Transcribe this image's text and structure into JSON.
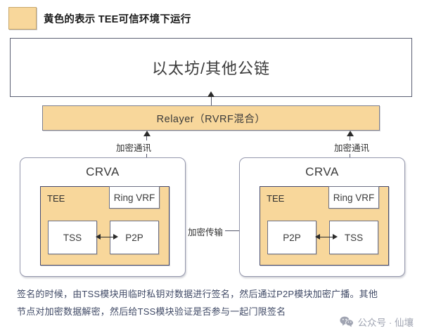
{
  "legend": {
    "swatch_color": "#f8d79b",
    "text": "黄色的表示 TEE可信环境下运行"
  },
  "chain": {
    "label": "以太坊/其他公链"
  },
  "relayer": {
    "label": "Relayer（RVRF混合）",
    "fill_color": "#f8d79b"
  },
  "connections": {
    "chain_to_relayer": "",
    "left_encrypted_comm": "加密通讯",
    "right_encrypted_comm": "加密通讯",
    "encrypted_transmission": "加密传输"
  },
  "nodes": [
    {
      "title": "CRVA",
      "tee_label": "TEE",
      "ring_vrf_label": "Ring VRF",
      "module_left": "TSS",
      "module_right": "P2P"
    },
    {
      "title": "CRVA",
      "tee_label": "TEE",
      "ring_vrf_label": "Ring VRF",
      "module_left": "P2P",
      "module_right": "TSS"
    }
  ],
  "caption": {
    "line1": "签名的时候，由TSS模块用临时私钥对数据进行签名，然后通过P2P模块加密广播。其他",
    "line2": "节点对加密数据解密，然后给TSS模块验证是否参与一起门限签名"
  },
  "watermark": {
    "icon": "wechat-icon",
    "text": "公众号 · 仙壤"
  }
}
